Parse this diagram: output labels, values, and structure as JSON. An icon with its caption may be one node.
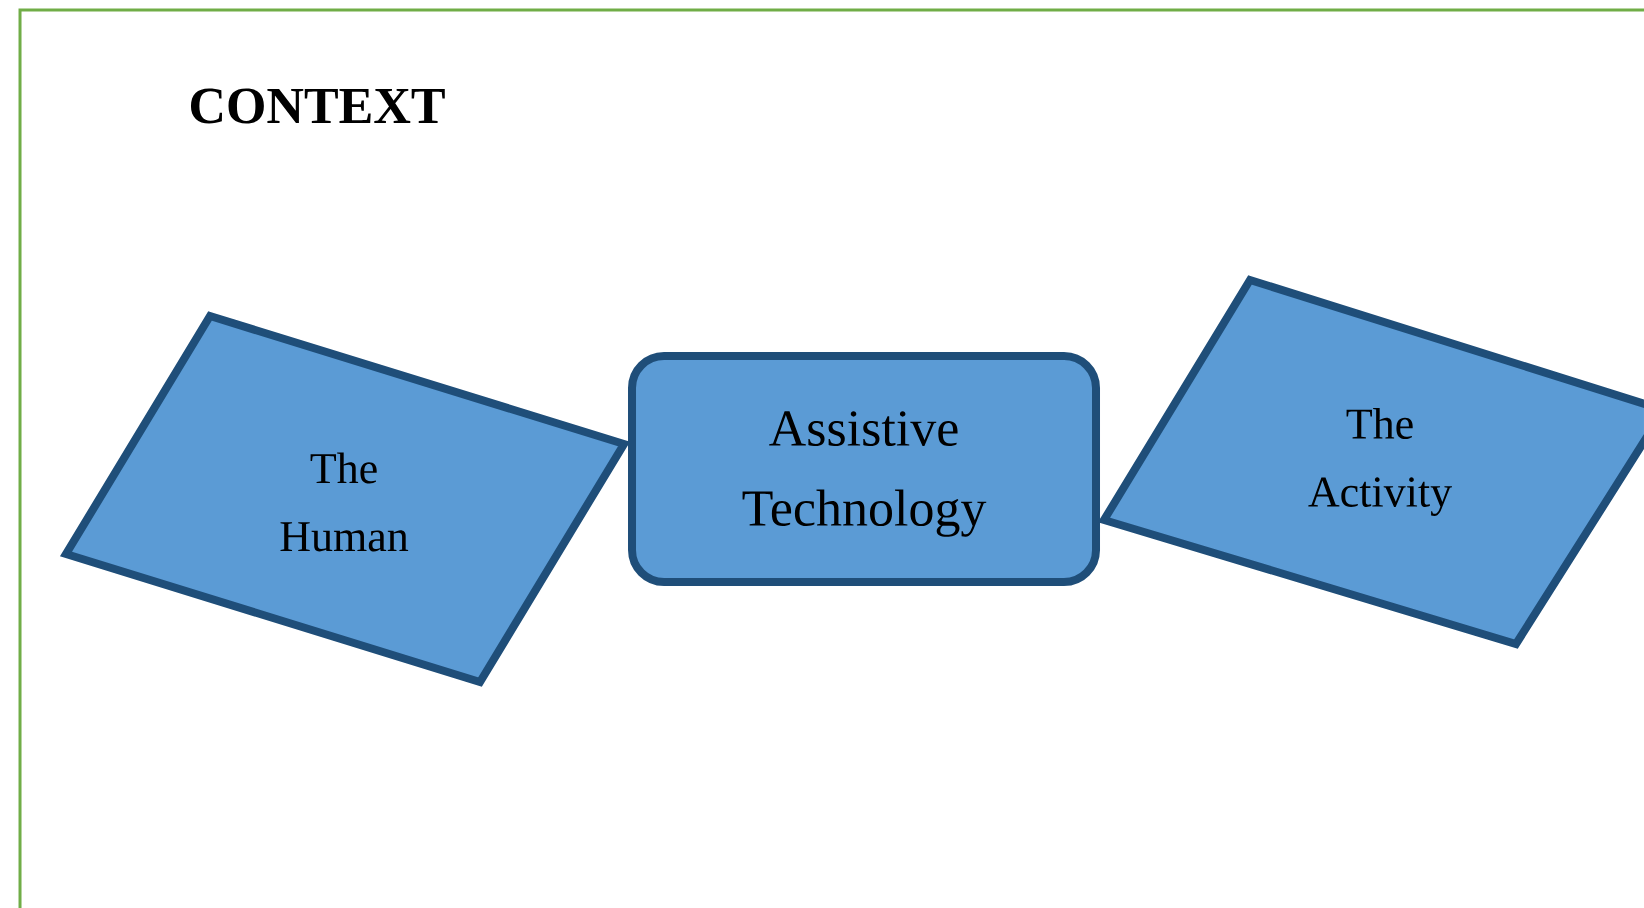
{
  "diagram": {
    "nodes": [
      {
        "text": [
          "CONTEXT"
        ]
      },
      {
        "text": [
          "The Human"
        ],
        "in": 0
      },
      {
        "text": [
          "Assistive Technology"
        ],
        "in": 0
      },
      {
        "text": [
          "The Activity"
        ],
        "in": 0
      }
    ]
  }
}
